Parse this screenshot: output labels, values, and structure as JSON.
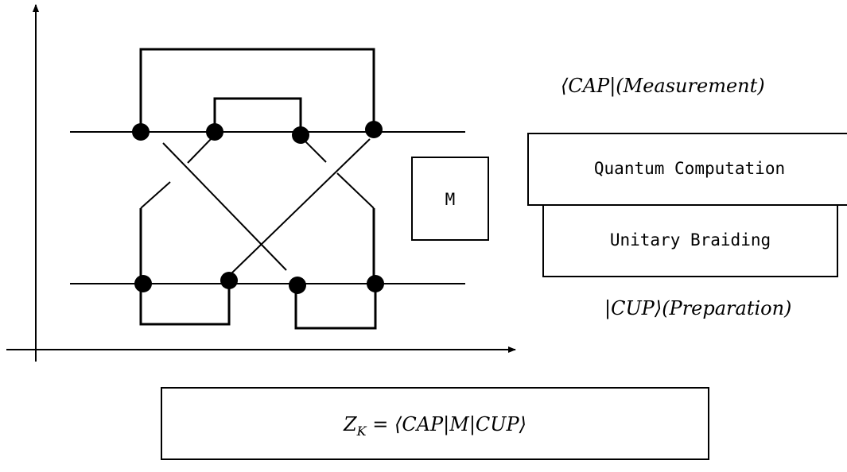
{
  "labels": {
    "cap_measurement": "⟨CAP|(Measurement)",
    "quantum_computation": "Quantum Computation",
    "unitary_braiding": "Unitary Braiding",
    "cup_preparation": "|CUP⟩(Preparation)",
    "matrix_box": "M",
    "formula": "Z_K = ⟨CAP|M|CUP⟩",
    "formula_lhs": "Z",
    "formula_sub": "K",
    "formula_rhs": " = ⟨CAP|M|CUP⟩"
  }
}
